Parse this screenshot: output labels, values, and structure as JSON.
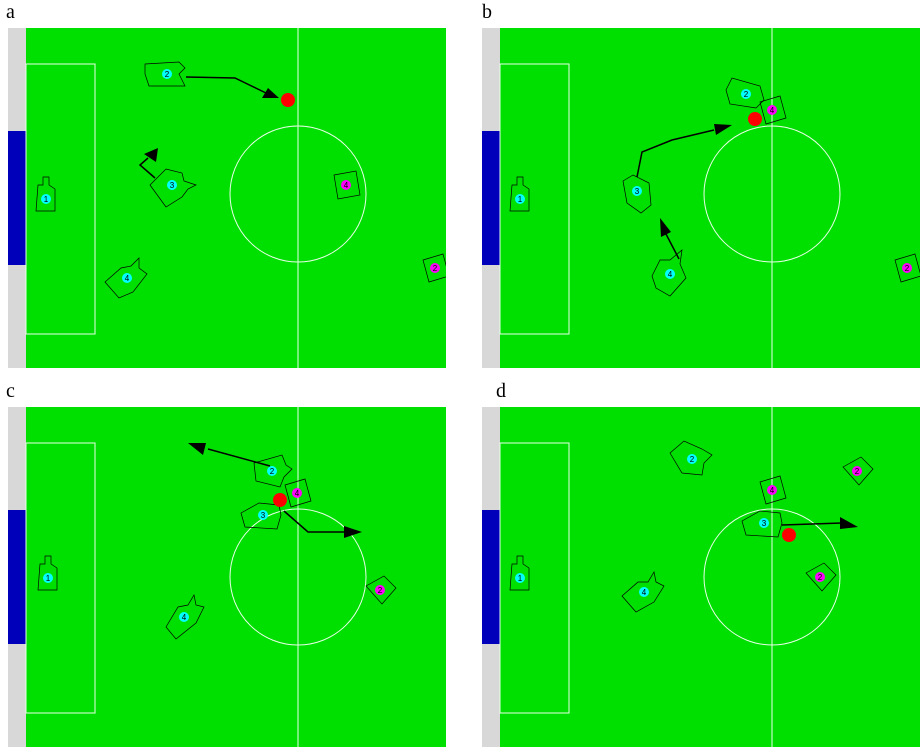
{
  "colors": {
    "pitch": "#00e000",
    "line": "#e8ffe8",
    "goal": "#0000bb",
    "border": "#d8d8d8",
    "ball": "#ff0000",
    "own_team": "#00ffff",
    "opponent": "#ff00ff",
    "robot_outline": "#000000",
    "arrow": "#000000"
  },
  "panels": [
    {
      "id": "a",
      "label": "a"
    },
    {
      "id": "b",
      "label": "b"
    },
    {
      "id": "c",
      "label": "c"
    },
    {
      "id": "d",
      "label": "d"
    }
  ],
  "robot_numbers": {
    "a": {
      "own": [
        "1",
        "2",
        "3",
        "4"
      ],
      "opp": [
        "4",
        "2"
      ]
    },
    "b": {
      "own": [
        "1",
        "2",
        "3",
        "4"
      ],
      "opp": [
        "4",
        "2"
      ]
    },
    "c": {
      "own": [
        "1",
        "2",
        "3",
        "4"
      ],
      "opp": [
        "4",
        "2"
      ]
    },
    "d": {
      "own": [
        "1",
        "2",
        "3",
        "4"
      ],
      "opp": [
        "2",
        "4",
        "2"
      ]
    }
  }
}
